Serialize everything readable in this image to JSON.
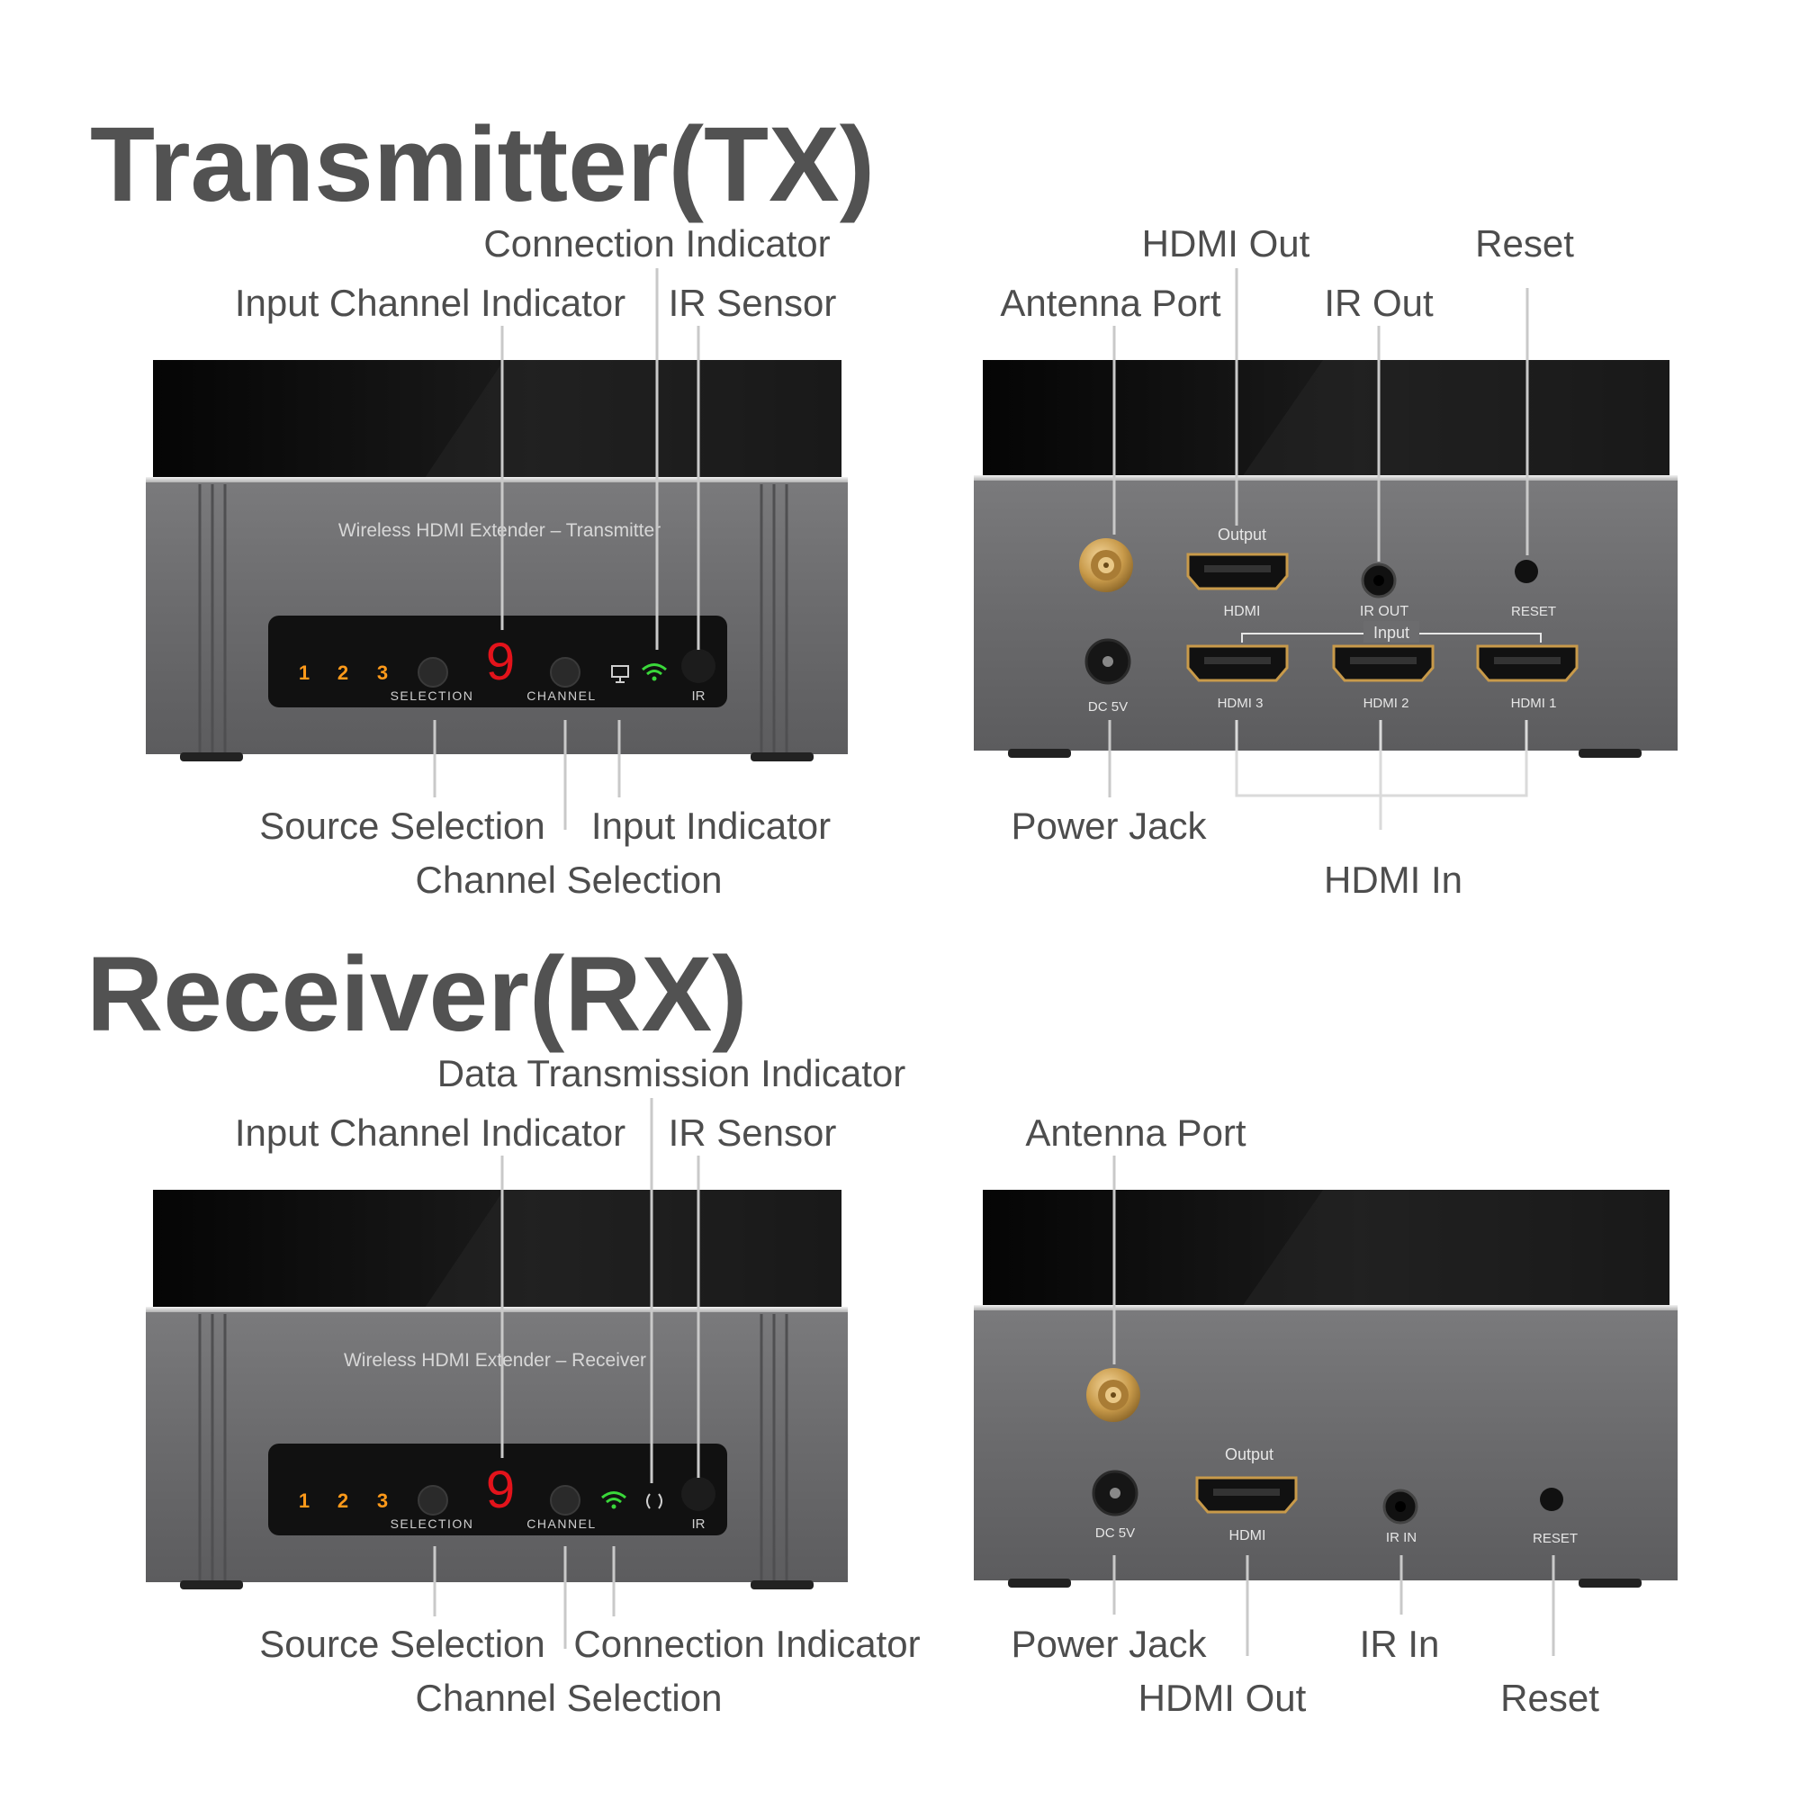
{
  "colors": {
    "title": "#525252",
    "label": "#4d4d4d",
    "case_gray": "#6b6b6d",
    "top_black": "#0e0e0e",
    "panel": "#111111",
    "led_amber": "#ff9a1a",
    "led_red": "#e3131b",
    "led_green": "#3ad83a",
    "gold": "#c89a4a",
    "leader": "#c9c9c9"
  },
  "icons": {
    "wifi": "wifi-icon",
    "monitor": "monitor-icon",
    "data": "data-arrows-icon",
    "antenna": "sma-antenna-connector"
  },
  "transmitter": {
    "title": "Transmitter(TX)",
    "front": {
      "model_text": "Wireless HDMI Extender – Transmitter",
      "led_1": "1",
      "led_2": "2",
      "led_3": "3",
      "digit": "9",
      "selection_label": "SELECTION",
      "channel_label": "CHANNEL",
      "ir_label": "IR"
    },
    "front_callouts": {
      "connection_indicator": "Connection Indicator",
      "input_channel_indicator": "Input Channel Indicator",
      "ir_sensor": "IR Sensor",
      "source_selection": "Source Selection",
      "input_indicator": "Input Indicator",
      "channel_selection": "Channel Selection"
    },
    "back": {
      "output_label": "Output",
      "hdmi_label": "HDMI",
      "ir_out_label": "IR OUT",
      "reset_label": "RESET",
      "input_label": "Input",
      "dc_label": "DC 5V",
      "hdmi3_label": "HDMI 3",
      "hdmi2_label": "HDMI 2",
      "hdmi1_label": "HDMI 1"
    },
    "back_callouts": {
      "hdmi_out": "HDMI Out",
      "reset": "Reset",
      "antenna_port": "Antenna Port",
      "ir_out": "IR Out",
      "power_jack": "Power Jack",
      "hdmi_in": "HDMI In"
    }
  },
  "receiver": {
    "title": "Receiver(RX)",
    "front": {
      "model_text": "Wireless HDMI Extender – Receiver",
      "led_1": "1",
      "led_2": "2",
      "led_3": "3",
      "digit": "9",
      "selection_label": "SELECTION",
      "channel_label": "CHANNEL",
      "ir_label": "IR"
    },
    "front_callouts": {
      "data_transmission_indicator": "Data Transmission Indicator",
      "input_channel_indicator": "Input Channel Indicator",
      "ir_sensor": "IR Sensor",
      "source_selection": "Source Selection",
      "connection_indicator": "Connection Indicator",
      "channel_selection": "Channel Selection"
    },
    "back": {
      "output_label": "Output",
      "dc_label": "DC 5V",
      "hdmi_label": "HDMI",
      "ir_in_label": "IR IN",
      "reset_label": "RESET"
    },
    "back_callouts": {
      "antenna_port": "Antenna Port",
      "power_jack": "Power Jack",
      "ir_in": "IR In",
      "hdmi_out": "HDMI Out",
      "reset": "Reset"
    }
  }
}
